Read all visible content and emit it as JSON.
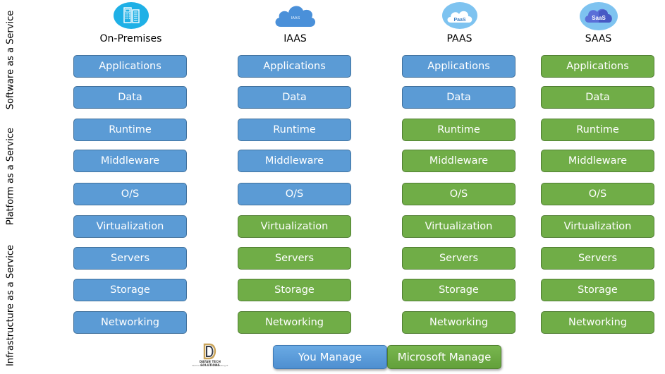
{
  "side_labels": {
    "saas": "Software as a Service",
    "paas": "Platform as a Service",
    "iaas": "Infrastructure as a Service"
  },
  "colors": {
    "you_manage": "#5b9bd5",
    "microsoft_manage": "#70ad47"
  },
  "columns": [
    {
      "title": "On-Premises",
      "icon": "on-premises-building-icon",
      "layers": [
        {
          "label": "Applications",
          "managed_by": "you"
        },
        {
          "label": "Data",
          "managed_by": "you"
        },
        {
          "label": "Runtime",
          "managed_by": "you"
        },
        {
          "label": "Middleware",
          "managed_by": "you"
        },
        {
          "label": "O/S",
          "managed_by": "you"
        },
        {
          "label": "Virtualization",
          "managed_by": "you"
        },
        {
          "label": "Servers",
          "managed_by": "you"
        },
        {
          "label": "Storage",
          "managed_by": "you"
        },
        {
          "label": "Networking",
          "managed_by": "you"
        }
      ]
    },
    {
      "title": "IAAS",
      "icon": "iaas-cloud-icon",
      "icon_text": "IAAS",
      "layers": [
        {
          "label": "Applications",
          "managed_by": "you"
        },
        {
          "label": "Data",
          "managed_by": "you"
        },
        {
          "label": "Runtime",
          "managed_by": "you"
        },
        {
          "label": "Middleware",
          "managed_by": "you"
        },
        {
          "label": "O/S",
          "managed_by": "you"
        },
        {
          "label": "Virtualization",
          "managed_by": "ms"
        },
        {
          "label": "Servers",
          "managed_by": "ms"
        },
        {
          "label": "Storage",
          "managed_by": "ms"
        },
        {
          "label": "Networking",
          "managed_by": "ms"
        }
      ]
    },
    {
      "title": "PAAS",
      "icon": "paas-cloud-icon",
      "icon_text": "PaaS",
      "layers": [
        {
          "label": "Applications",
          "managed_by": "you"
        },
        {
          "label": "Data",
          "managed_by": "you"
        },
        {
          "label": "Runtime",
          "managed_by": "ms"
        },
        {
          "label": "Middleware",
          "managed_by": "ms"
        },
        {
          "label": "O/S",
          "managed_by": "ms"
        },
        {
          "label": "Virtualization",
          "managed_by": "ms"
        },
        {
          "label": "Servers",
          "managed_by": "ms"
        },
        {
          "label": "Storage",
          "managed_by": "ms"
        },
        {
          "label": "Networking",
          "managed_by": "ms"
        }
      ]
    },
    {
      "title": "SAAS",
      "icon": "saas-cloud-icon",
      "icon_text": "SaaS",
      "layers": [
        {
          "label": "Applications",
          "managed_by": "ms"
        },
        {
          "label": "Data",
          "managed_by": "ms"
        },
        {
          "label": "Runtime",
          "managed_by": "ms"
        },
        {
          "label": "Middleware",
          "managed_by": "ms"
        },
        {
          "label": "O/S",
          "managed_by": "ms"
        },
        {
          "label": "Virtualization",
          "managed_by": "ms"
        },
        {
          "label": "Servers",
          "managed_by": "ms"
        },
        {
          "label": "Storage",
          "managed_by": "ms"
        },
        {
          "label": "Networking",
          "managed_by": "ms"
        }
      ]
    }
  ],
  "legend": {
    "you_manage": "You Manage",
    "microsoft_manage": "Microsoft Manage"
  },
  "logo": {
    "letter": "D",
    "name": "DAYAN TECH SOLUTIONS",
    "tagline": "Skill to EDU • Secure Marketing IT"
  }
}
